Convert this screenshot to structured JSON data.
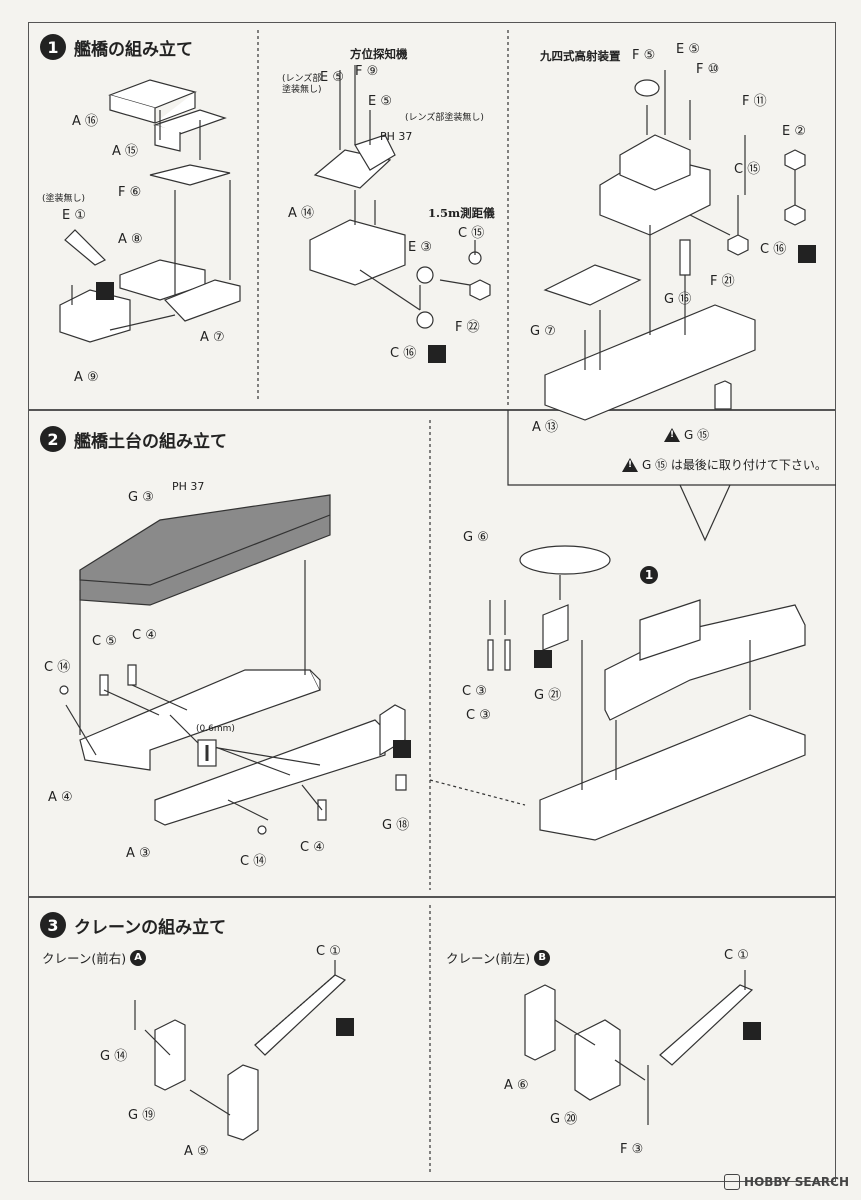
{
  "step1": {
    "num": "1",
    "title": "艦橋の組み立て",
    "labels": {
      "a16": "A ⑯",
      "a15": "A ⑮",
      "f6": "F ⑥",
      "paint_none": "(塗装無し)",
      "e1": "E ①",
      "a8": "A ⑧",
      "a7": "A ⑦",
      "a9": "A ⑨",
      "lens_paint": "(レンズ部\n塗装無し)",
      "e5a": "E ⑤",
      "f9": "F ⑨",
      "e5b": "E ⑤",
      "lens_paint2": "(レンズ部塗装無し)",
      "ph37": "PH 37",
      "a14": "A ⑭",
      "e3": "E ③",
      "c15a": "C ⑮",
      "c16a": "C ⑯",
      "f22": "F ㉒",
      "f5": "F ⑤",
      "e5c": "E ⑤",
      "f10": "F ⑩",
      "f11": "F ⑪",
      "e2": "E ②",
      "c15b": "C ⑮",
      "c16b": "C ⑯",
      "f21": "F ㉑",
      "g16": "G ⑯",
      "g7": "G ⑦",
      "a13": "A ⑬",
      "g15": "G ⑮"
    },
    "sub_direction_finder": "方位探知機",
    "sub_rangefinder": "1.5m測距儀",
    "sub_aa_director": "九四式高射装置",
    "note_last": "G ⑮ は最後に取り付けて下さい。"
  },
  "step2": {
    "num": "2",
    "title": "艦橋土台の組み立て",
    "labels": {
      "g3": "G ③",
      "ph37": "PH 37",
      "c5": "C ⑤",
      "c4a": "C ④",
      "c14a": "C ⑭",
      "drill": "(0.6mm)",
      "a4": "A ④",
      "a3": "A ③",
      "c14b": "C ⑭",
      "c4b": "C ④",
      "g18": "G ⑱",
      "g6": "G ⑥",
      "c3a": "C ③",
      "c3b": "C ③",
      "g21": "G ㉑"
    },
    "badge": "1"
  },
  "step3": {
    "num": "3",
    "title": "クレーンの組み立て",
    "crane_right_caption": "クレーン(前右)",
    "crane_right_badge": "A",
    "crane_left_caption": "クレーン(前左)",
    "crane_left_badge": "B",
    "labels": {
      "c1a": "C ①",
      "g14": "G ⑭",
      "g19": "G ⑲",
      "a5": "A ⑤",
      "c1b": "C ①",
      "a6": "A ⑥",
      "g20": "G ⑳",
      "f3": "F ③"
    }
  },
  "watermark": "HOBBY SEARCH"
}
